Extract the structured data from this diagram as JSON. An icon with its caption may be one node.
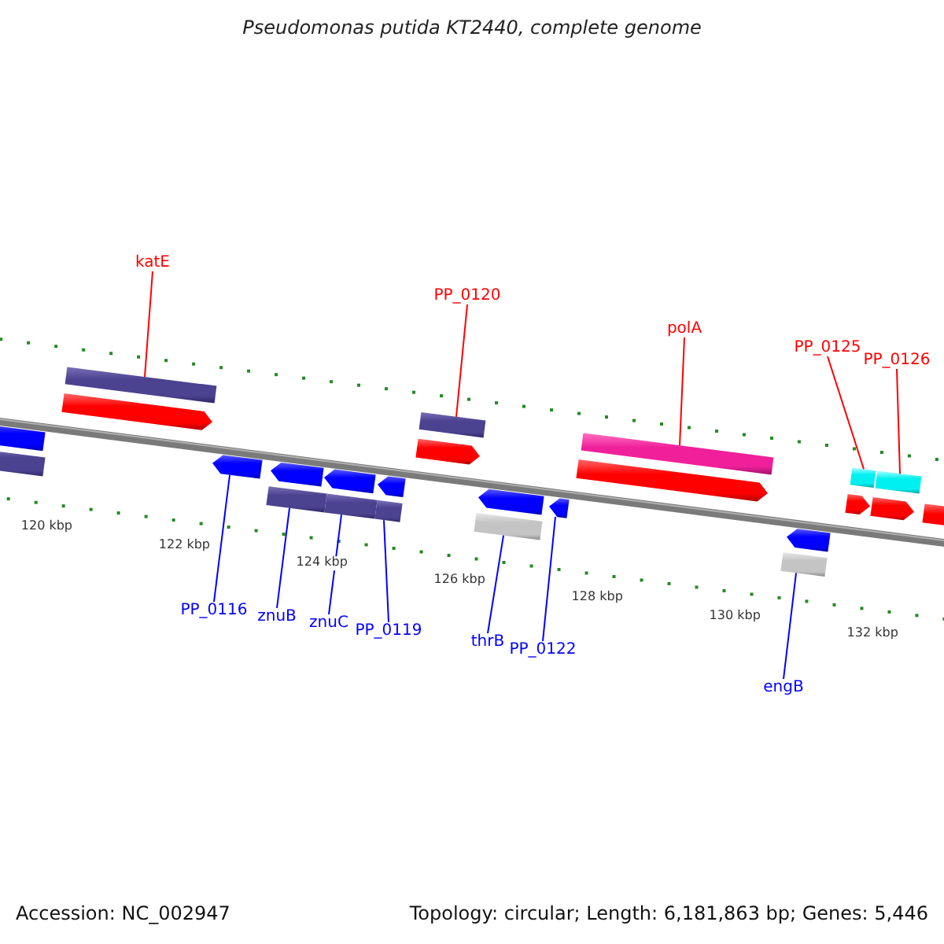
{
  "diagram": {
    "title": "Pseudomonas putida KT2440, complete genome",
    "nodes": [
      {
        "text": [
          "katE"
        ]
      },
      {
        "text": [
          "PP_0120"
        ]
      },
      {
        "text": [
          "polA"
        ]
      },
      {
        "text": [
          "PP_0125"
        ]
      },
      {
        "text": [
          "PP_0126"
        ]
      },
      {
        "text": [
          "PP_0116"
        ]
      },
      {
        "text": [
          "znuB"
        ]
      },
      {
        "text": [
          "znuC"
        ]
      },
      {
        "text": [
          "PP_0119"
        ]
      },
      {
        "text": [
          "thrB"
        ]
      },
      {
        "text": [
          "PP_0122"
        ]
      },
      {
        "text": [
          "engB"
        ]
      },
      {
        "text": [],
        "shape": "arrow"
      },
      {
        "text": [],
        "shape": "bar"
      },
      {
        "text": [],
        "shape": "bar"
      },
      {
        "text": [],
        "shape": "arrow"
      },
      {
        "text": [],
        "shape": "arrow"
      },
      {
        "text": [],
        "shape": "arrow"
      },
      {
        "text": [],
        "shape": "bar"
      },
      {
        "text": [],
        "shape": "arrow"
      },
      {
        "text": [],
        "shape": "bar"
      },
      {
        "text": [],
        "shape": "arrow"
      },
      {
        "text": [],
        "shape": "bar"
      },
      {
        "text": [],
        "shape": "arrow"
      },
      {
        "text": [],
        "shape": "bar"
      },
      {
        "text": [],
        "shape": "arrow"
      },
      {
        "text": [],
        "shape": "bar"
      },
      {
        "text": [],
        "shape": "arrow"
      },
      {
        "text": [],
        "shape": "arrow"
      },
      {
        "text": [],
        "shape": "bar"
      },
      {
        "text": [],
        "shape": "arrow"
      },
      {
        "text": [],
        "shape": "bar"
      },
      {
        "text": [],
        "shape": "arrow"
      },
      {
        "text": [],
        "shape": "bar"
      },
      {
        "text": [],
        "shape": "arrow"
      },
      {
        "text": [],
        "shape": "bar"
      },
      {
        "text": [],
        "shape": "arrow"
      }
    ],
    "edges": [
      {
        "from": 0,
        "to": 14,
        "arrow": "none",
        "color": "#ff0000"
      },
      {
        "from": 1,
        "to": 24,
        "arrow": "none",
        "color": "#ff0000"
      },
      {
        "from": 2,
        "to": 29,
        "arrow": "none",
        "color": "#ff0000"
      },
      {
        "from": 3,
        "to": 33,
        "arrow": "none",
        "color": "#ff0000"
      },
      {
        "from": 4,
        "to": 35,
        "arrow": "none",
        "color": "#ff0000"
      },
      {
        "from": 5,
        "to": 16,
        "arrow": "none"
      },
      {
        "from": 6,
        "to": 18,
        "arrow": "none"
      },
      {
        "from": 7,
        "to": 20,
        "arrow": "none"
      },
      {
        "from": 8,
        "to": 22,
        "arrow": "none"
      },
      {
        "from": 9,
        "to": 26,
        "arrow": "none"
      },
      {
        "from": 10,
        "to": 27,
        "arrow": "none"
      },
      {
        "from": 11,
        "to": 31,
        "arrow": "none"
      }
    ],
    "labels": [
      "120 kbp",
      "122 kbp",
      "124 kbp",
      "126 kbp",
      "128 kbp",
      "130 kbp",
      "132 kbp",
      "Accession: NC_002947",
      "Topology: circular; Length: 6,181,863 bp; Genes: 5,446"
    ]
  }
}
